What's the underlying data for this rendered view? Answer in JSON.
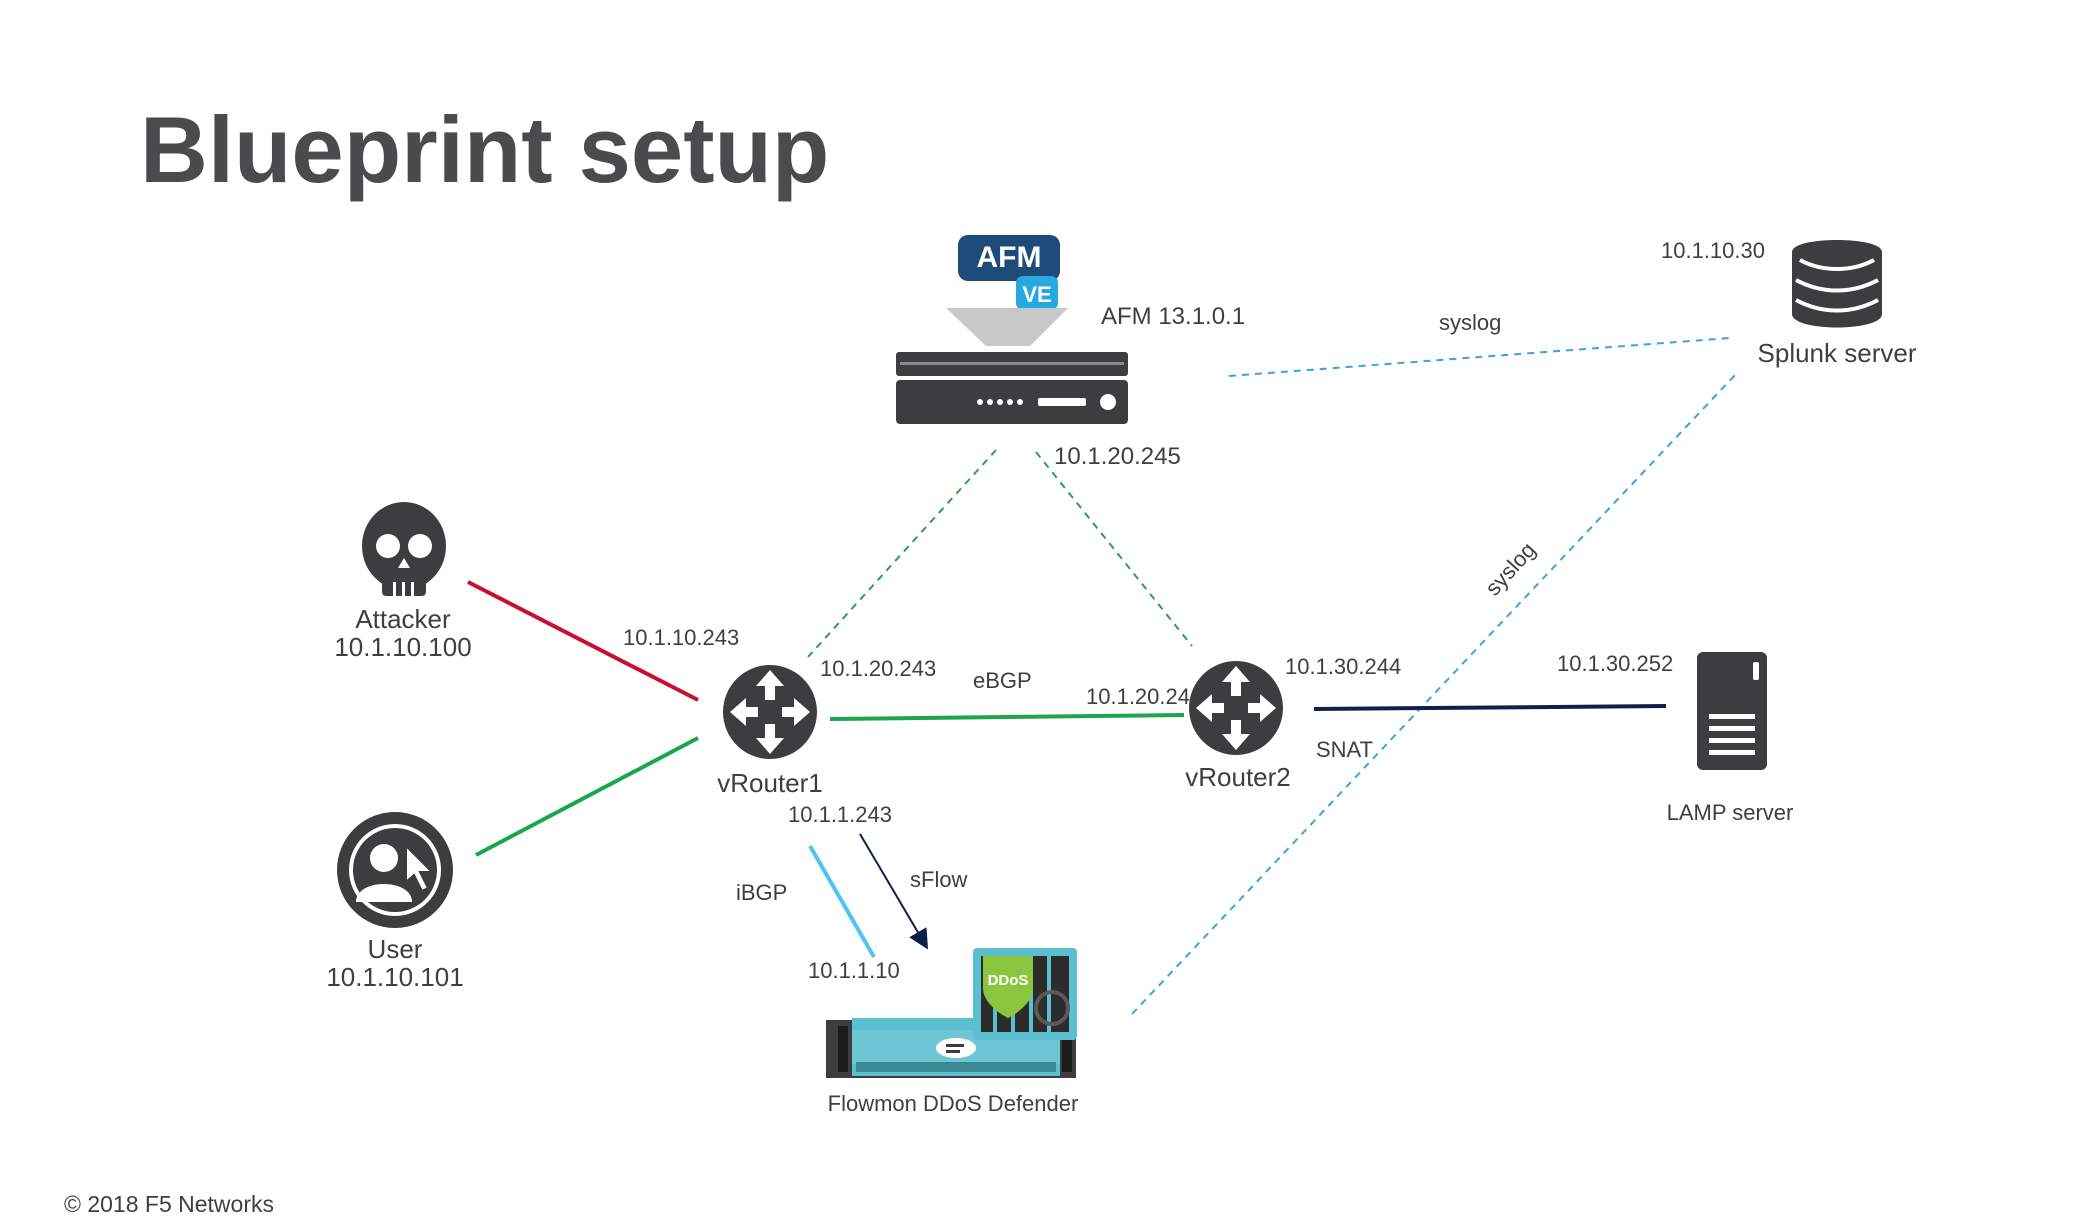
{
  "slide": {
    "title": "Blueprint setup",
    "copyright": "© 2018 F5 Networks"
  },
  "nodes": {
    "afm": {
      "badge_top": "AFM",
      "badge_bottom": "VE",
      "version": "AFM 13.1.0.1",
      "ip": "10.1.20.245"
    },
    "splunk": {
      "name": "Splunk server",
      "ip": "10.1.10.30"
    },
    "attacker": {
      "name": "Attacker",
      "ip": "10.1.10.100"
    },
    "user": {
      "name": "User",
      "ip": "10.1.10.101"
    },
    "vrouter1": {
      "name": "vRouter1",
      "ip_attacker_side": "10.1.10.243",
      "ip_ebgp": "10.1.20.243",
      "ip_flowmon_side": "10.1.1.243"
    },
    "vrouter2": {
      "name": "vRouter2",
      "ip_ebgp": "10.1.20.24",
      "ip_lamp_side": "10.1.30.244",
      "snat": "SNAT"
    },
    "lamp": {
      "name": "LAMP server",
      "ip": "10.1.30.252"
    },
    "flowmon": {
      "name": "Flowmon DDoS Defender",
      "ip": "10.1.1.10",
      "badge": "DDoS"
    }
  },
  "links": {
    "ebgp": "eBGP",
    "ibgp": "iBGP",
    "sflow": "sFlow",
    "syslog_afm": "syslog",
    "syslog_flowmon": "syslog"
  },
  "colors": {
    "title": "#4a4b4d",
    "icon": "#3d3d3f",
    "attack_link": "#c8102e",
    "green_link": "#1aa64a",
    "green_dashed": "#2e9e4f",
    "blue_dashed": "#3aa6d6",
    "ibgp_link": "#4fc3f7",
    "navy_link": "#0d1f4c",
    "afm_badge": "#1d4b7a",
    "ve_badge": "#25a9e0",
    "flowmon_teal": "#5bbfcf",
    "ddos_green": "#8cc63f"
  }
}
